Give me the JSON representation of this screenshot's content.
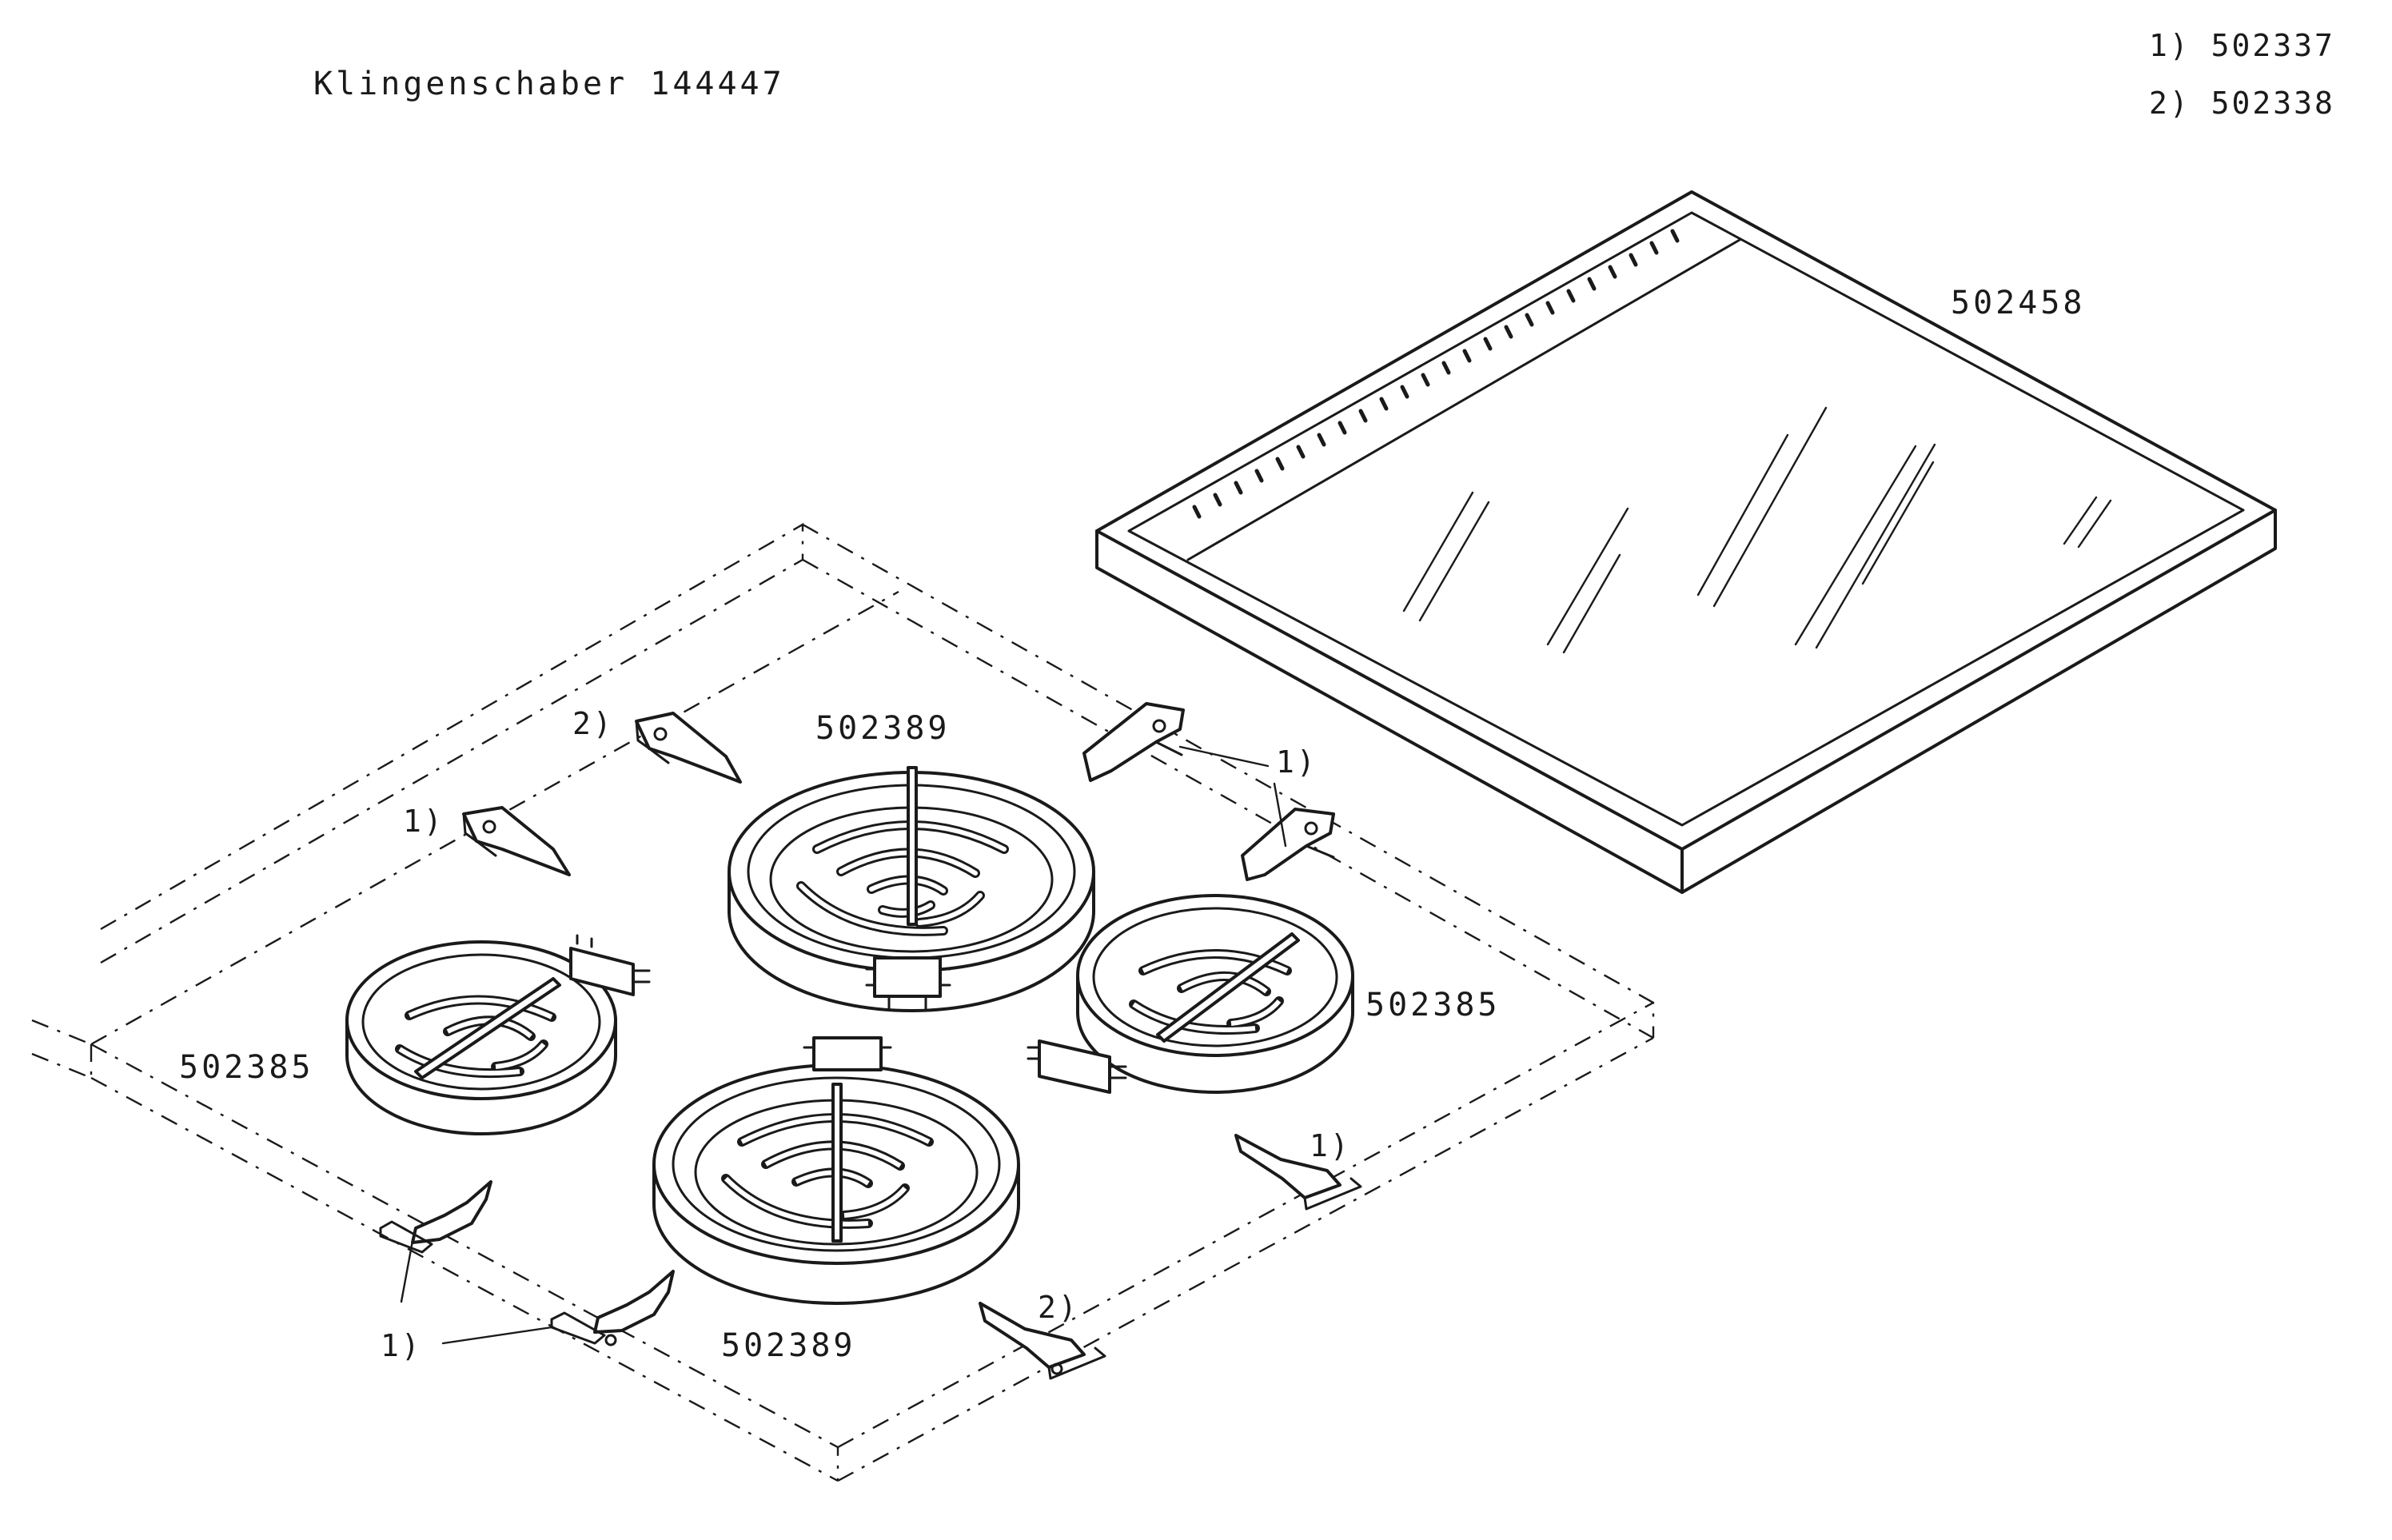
{
  "header": {
    "title": "Klingenschaber 144447"
  },
  "legend": {
    "items": [
      {
        "label": "1) 502337"
      },
      {
        "label": "2) 502338"
      }
    ]
  },
  "parts": {
    "glass_top": "502458",
    "burner_rear_large": "502389",
    "burner_front_large": "502389",
    "burner_left_small": "502385",
    "burner_right_small": "502385"
  },
  "clip_refs": {
    "rear_left_top": "2)",
    "rear_left": "1)",
    "rear_right": "1)",
    "front_right": "1)",
    "front_left": "1)",
    "front_center_right": "2)"
  }
}
